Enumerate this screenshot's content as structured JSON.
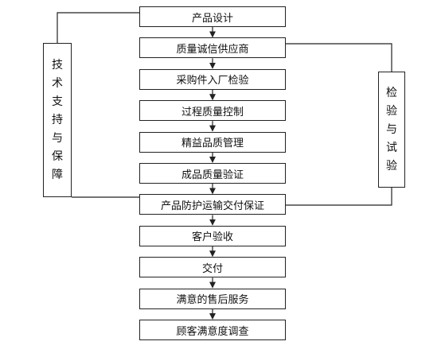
{
  "flow": {
    "steps": [
      "产品设计",
      "质量诚信供应商",
      "采购件入厂检验",
      "过程质量控制",
      "精益品质管理",
      "成品质量验证",
      "产品防护运输交付保证",
      "客户验收",
      "交付",
      "满意的售后服务",
      "顾客满意度调查"
    ]
  },
  "left_box": {
    "chars": [
      "技",
      "术",
      "支",
      "持",
      "与",
      "保",
      "障"
    ]
  },
  "right_box": {
    "chars": [
      "检",
      "验",
      "与",
      "试",
      "验"
    ]
  }
}
